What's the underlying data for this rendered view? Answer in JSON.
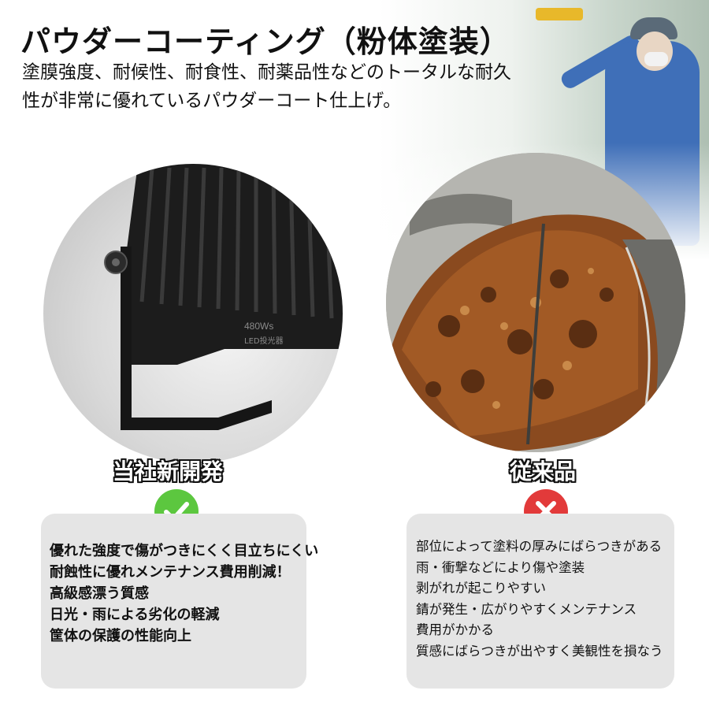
{
  "header": {
    "title": "パウダーコーティング（粉体塗装）",
    "subtitle": "塗膜強度、耐候性、耐食性、耐薬品性などのトータルな耐久性が非常に優れているパウダーコート仕上げ。"
  },
  "product": {
    "label_watts": "480Ws",
    "label_type": "LED投光器"
  },
  "left": {
    "label": "当社新開発",
    "badge_icon": "check-icon",
    "points": [
      "優れた強度で傷がつきにくく目立ちにくい",
      "耐蝕性に優れメンテナンス費用削減！",
      "高級感漂う質感",
      "日光・雨による劣化の軽減",
      "筐体の保護の性能向上"
    ]
  },
  "right": {
    "label": "従来品",
    "badge_icon": "cross-icon",
    "points": [
      "部位によって塗料の厚みにばらつきがある",
      "雨・衝撃などにより傷や塗装",
      "剥がれが起こりやすい",
      "錆が発生・広がりやすくメンテナンス",
      "費用がかかる",
      "質感にばらつきが出やすく美観性を損なう"
    ]
  },
  "colors": {
    "check_badge": "#5cc73f",
    "cross_badge": "#e23a3a",
    "panel_bg": "#e5e5e5",
    "worker_suit": "#3f6fb8"
  }
}
